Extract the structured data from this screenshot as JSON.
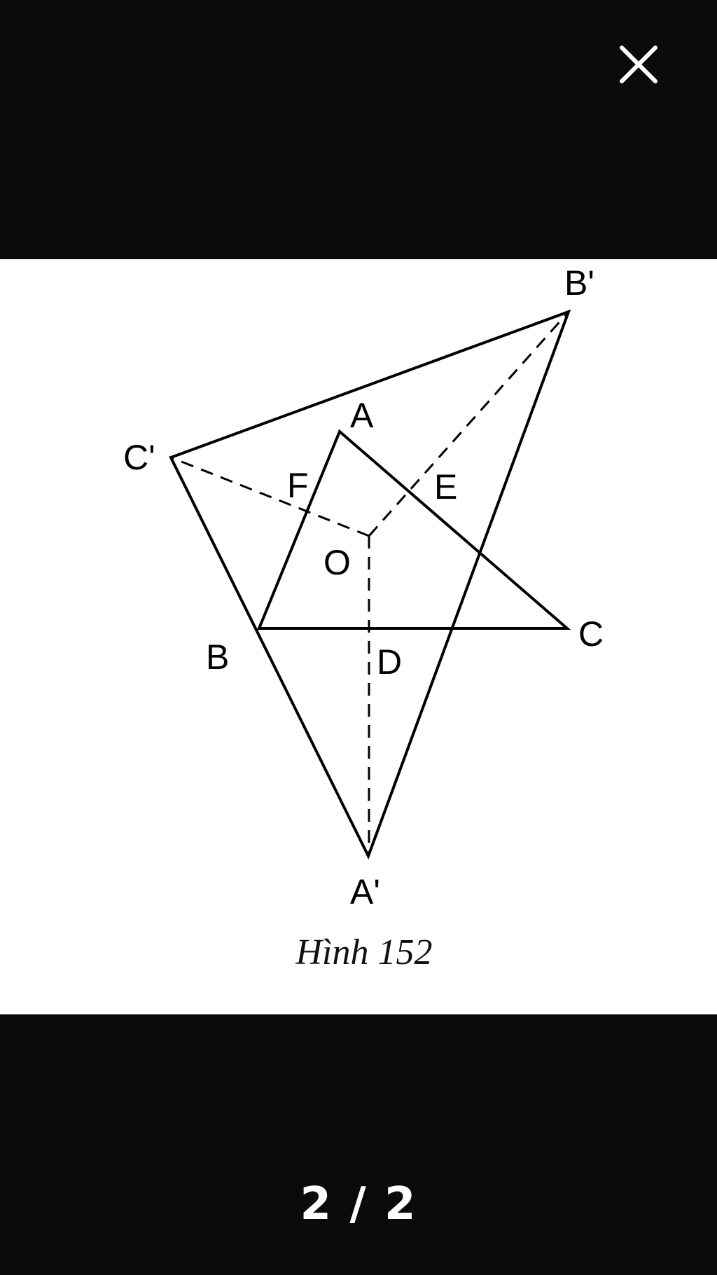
{
  "viewer": {
    "close_icon": "close-icon",
    "page_counter": "2 / 2"
  },
  "figure": {
    "points": {
      "A": "A",
      "B": "B",
      "C": "C",
      "D": "D",
      "E": "E",
      "F": "F",
      "O": "O",
      "A_prime": "A'",
      "B_prime": "B'",
      "C_prime": "C'"
    },
    "caption": "Hình 152"
  },
  "colors": {
    "background": "#0b0b0b",
    "paper": "#ffffff",
    "ink": "#000000"
  }
}
